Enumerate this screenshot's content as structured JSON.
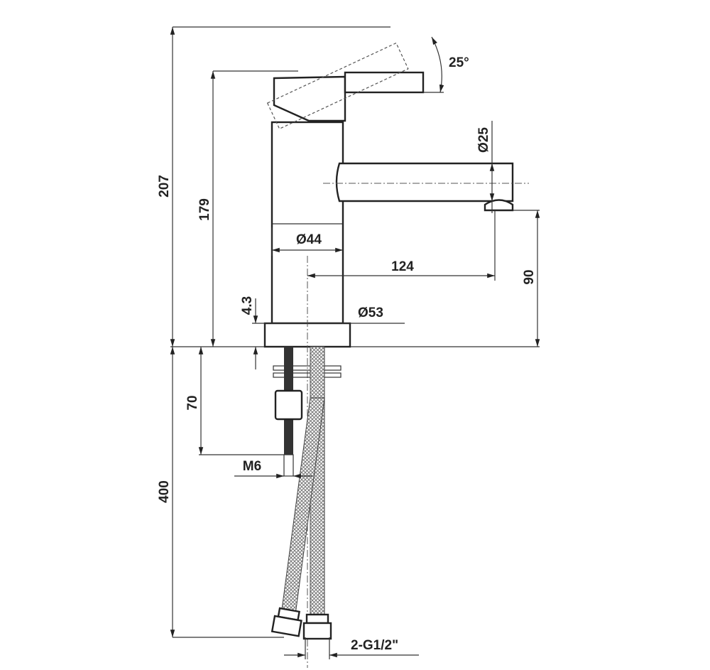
{
  "title": "Basin mixer tap technical drawing",
  "dimensions": {
    "overall_height": "207",
    "spout_top_height": "179",
    "lever_angle": "25°",
    "spout_diameter": "Ø25",
    "body_diameter": "Ø44",
    "spout_reach": "124",
    "spout_clearance": "90",
    "base_thickness": "4.3",
    "base_diameter": "Ø53",
    "stud_length": "70",
    "stud_thread": "M6",
    "hose_length": "400",
    "hose_connection": "2-G1/2\""
  },
  "colors": {
    "line": "#222222",
    "background": "#ffffff"
  }
}
